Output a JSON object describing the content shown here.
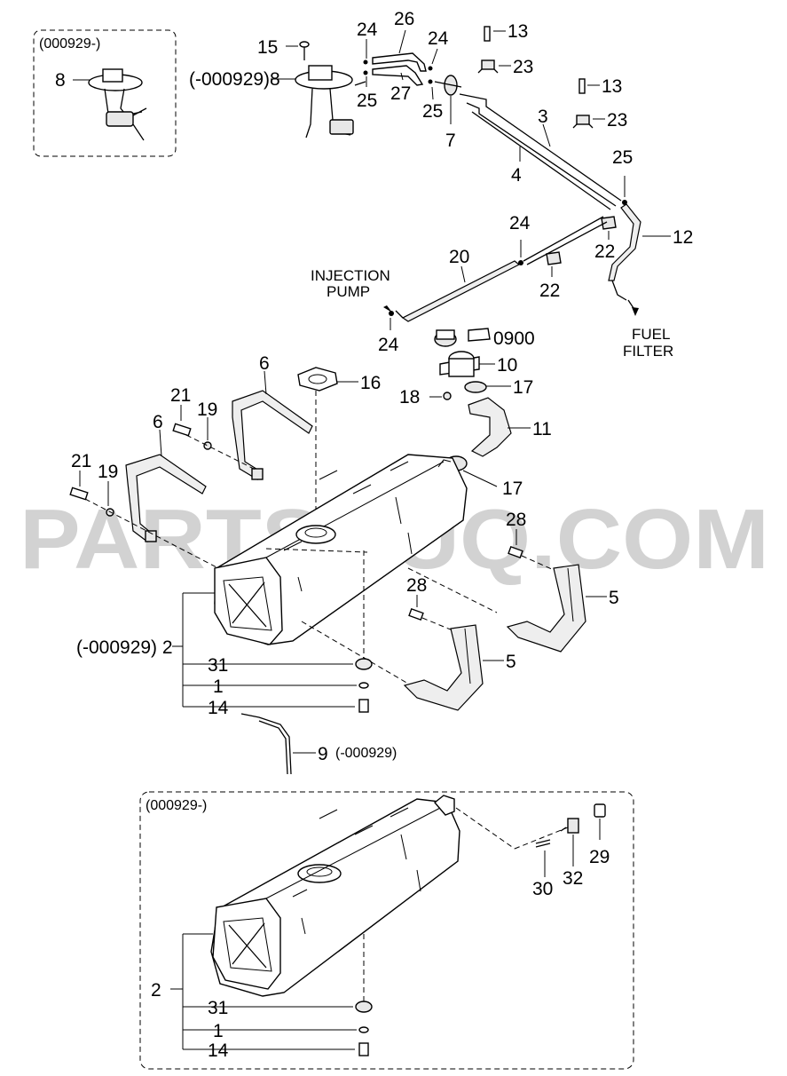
{
  "watermark": "PARTSOUQ.COM",
  "insets": {
    "pump_top": "(000929-)",
    "tank_bottom": "(000929-)"
  },
  "annotations": {
    "injection_pump_1": "INJECTION",
    "injection_pump_2": "PUMP",
    "fuel_filter_1": "FUEL",
    "fuel_filter_2": "FILTER"
  },
  "callouts": {
    "c8_inset": "8",
    "c15": "15",
    "c8_main": "(-000929)8",
    "c24_a": "24",
    "c25_a": "25",
    "c26": "26",
    "c27": "27",
    "c24_b": "24",
    "c25_b": "25",
    "c7": "7",
    "c13_a": "13",
    "c23_a": "23",
    "c13_b": "13",
    "c23_b": "23",
    "c3": "3",
    "c4": "4",
    "c25_c": "25",
    "c12": "12",
    "c22_a": "22",
    "c22_b": "22",
    "c24_c": "24",
    "c20": "20",
    "c24_d": "24",
    "c0900": "0900",
    "c10": "10",
    "c17_a": "17",
    "c18": "18",
    "c11": "11",
    "c17_b": "17",
    "c16": "16",
    "c6_a": "6",
    "c6_b": "6",
    "c21_a": "21",
    "c19_a": "19",
    "c21_b": "21",
    "c19_b": "19",
    "c28_a": "28",
    "c28_b": "28",
    "c5_a": "5",
    "c5_b": "5",
    "c2_main": "(-000929) 2",
    "c31_main": "31",
    "c1_main": "1",
    "c14_main": "14",
    "c9": "9",
    "c9_note": "(-000929)",
    "c30": "30",
    "c32": "32",
    "c29": "29",
    "c2_inset": "2",
    "c31_inset": "31",
    "c1_inset": "1",
    "c14_inset": "14"
  }
}
